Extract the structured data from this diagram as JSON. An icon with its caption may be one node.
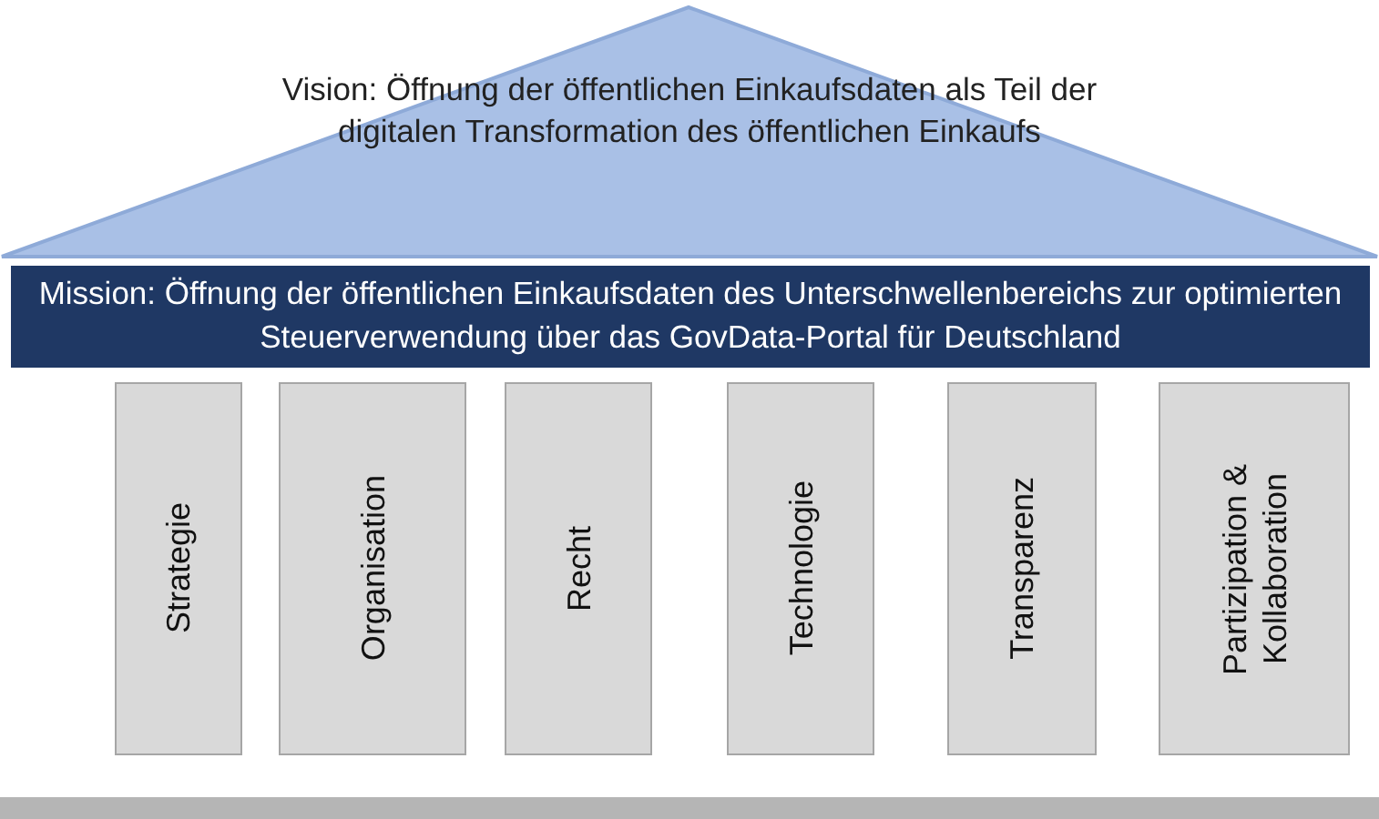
{
  "diagram": {
    "nodes": [
      {
        "text": [
          "Vision: Öffnung der öffentlichen Einkaufsdaten als Teil der digitalen Transformation des öffentlichen Einkaufs"
        ]
      },
      {
        "text": [
          "Mission: Öffnung der öffentlichen Einkaufsdaten des Unterschwellenbereichs zur optimierten Steuerverwendung über das GovData-Portal für Deutschland"
        ]
      },
      {
        "text": [
          "Strategie"
        ]
      },
      {
        "text": [
          "Organisation"
        ]
      },
      {
        "text": [
          "Recht"
        ]
      },
      {
        "text": [
          "Technologie"
        ]
      },
      {
        "text": [
          "Transparenz"
        ]
      },
      {
        "text": [
          "Partizipation & Kollaboration"
        ]
      },
      {
        "text": [],
        "shape": "bar"
      }
    ],
    "edges": []
  }
}
